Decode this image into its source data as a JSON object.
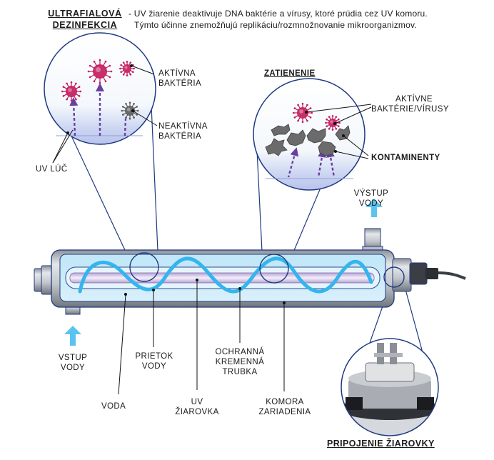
{
  "header": {
    "title_line1": "ULTRAFIALOVÁ",
    "title_line2": "DEZINFEKCIA",
    "desc_line1": "- UV žiarenie deaktivuje DNA baktérie a vírusy, ktoré prúdia cez UV komoru.",
    "desc_line2": "Týmto účinne znemožňujú replikáciu/rozmnožnovanie mikroorganizmov."
  },
  "left_zoom": {
    "active_line1": "AKTÍVNA",
    "active_line2": "BAKTÉRIA",
    "inactive_line1": "NEAKTÍVNA",
    "inactive_line2": "BAKTÉRIA",
    "uv_ray": "UV LÚČ"
  },
  "right_zoom": {
    "title": "ZATIENENIE",
    "active_line1": "AKTÍVNE",
    "active_line2": "BAKTÉRIE/VÍRUSY",
    "contaminants": "KONTAMINENTY"
  },
  "outlet": {
    "line1": "VÝSTUP",
    "line2": "VODY"
  },
  "inlet": {
    "line1": "VSTUP",
    "line2": "VODY"
  },
  "parts": {
    "flow_line1": "PRIETOK",
    "flow_line2": "VODY",
    "sleeve_line1": "OCHRANNÁ",
    "sleeve_line2": "KREMENNÁ",
    "sleeve_line3": "TRUBKA",
    "water": "VODA",
    "lamp_line1": "UV",
    "lamp_line2": "ŽIAROVKA",
    "chamber_line1": "KOMORA",
    "chamber_line2": "ZARIADENIA",
    "connection": "PRIPOJENIE ŽIAROVKY"
  },
  "colors": {
    "outline": "#1f3a82",
    "water_arrow": "#5bc3ef",
    "uv_ray": "#6a3fa0",
    "bacteria": "#c2185b",
    "contaminant": "#6b6b6b",
    "chamber_metal": "#c8ccd2"
  }
}
